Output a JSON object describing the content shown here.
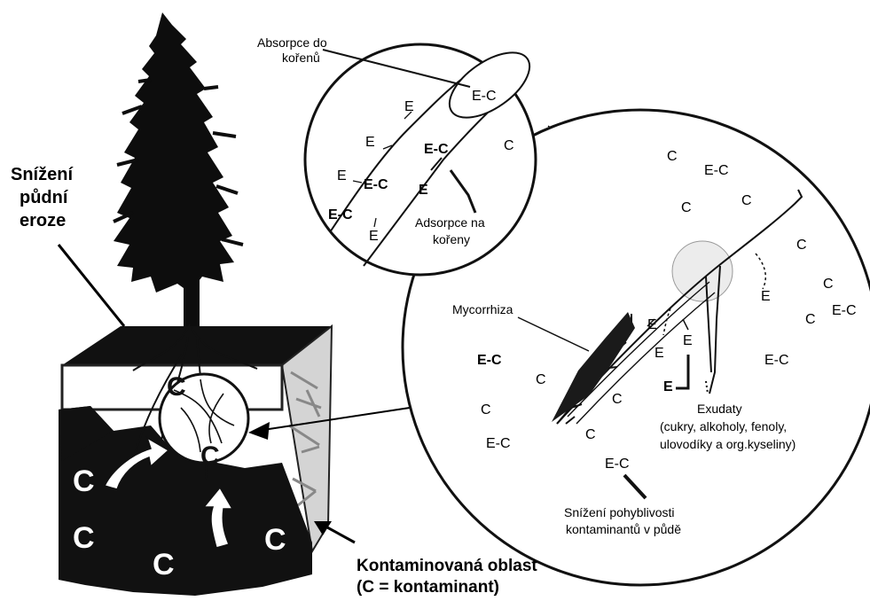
{
  "labels": {
    "erosion_line1": "Snížení",
    "erosion_line2": "půdní",
    "erosion_line3": "eroze",
    "absorption_line1": "Absorpce do",
    "absorption_line2": "kořenů",
    "adsorption_line1": "Adsorpce na",
    "adsorption_line2": "kořeny",
    "mycorrhiza": "Mycorrhiza",
    "exudates_title": "Exudaty",
    "exudates_line2": "(cukry, alkoholy, fenoly,",
    "exudates_line3": "ulovodíky a org.kyseliny)",
    "mobility_line1": "Snížení pohyblivosti",
    "mobility_line2": "kontaminantů v půdě",
    "contaminated_line1": "Kontaminovaná oblast",
    "contaminated_line2": "(C = kontaminant)"
  },
  "symbols": {
    "c": "C",
    "e": "E",
    "ec": "E-C"
  },
  "colors": {
    "ink": "#000000",
    "paper": "#ffffff",
    "soil_dark": "#111111",
    "soil_gray": "#d9d9d9"
  }
}
